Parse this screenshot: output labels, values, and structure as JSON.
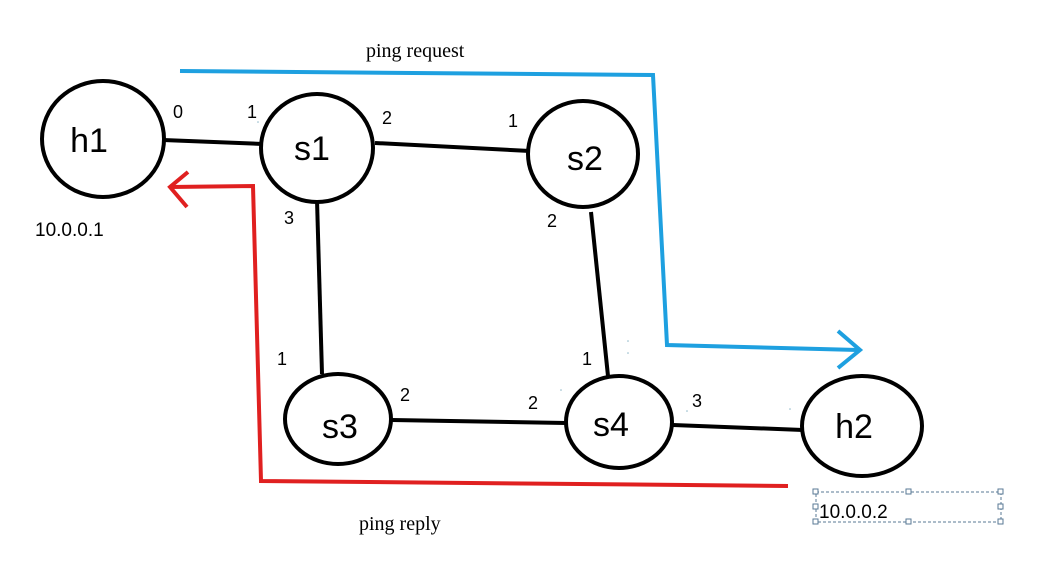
{
  "nodes": {
    "h1": "h1",
    "s1": "s1",
    "s2": "s2",
    "s3": "s3",
    "s4": "s4",
    "h2": "h2"
  },
  "ports": {
    "h1_s1_h1side": "0",
    "h1_s1_s1side": "1",
    "s1_s2_s1side": "2",
    "s1_s2_s2side": "1",
    "s1_s3_s1side": "3",
    "s1_s3_s3side": "1",
    "s2_s4_s2side": "2",
    "s2_s4_s4side": "1",
    "s3_s4_s3side": "2",
    "s3_s4_s4side": "2",
    "s4_h2_s4side": "3"
  },
  "ips": {
    "h1": "10.0.0.1",
    "h2": "10.0.0.2"
  },
  "flows": {
    "request": {
      "label": "ping request",
      "color": "#1ea0e0"
    },
    "reply": {
      "label": "ping reply",
      "color": "#e02020"
    }
  }
}
